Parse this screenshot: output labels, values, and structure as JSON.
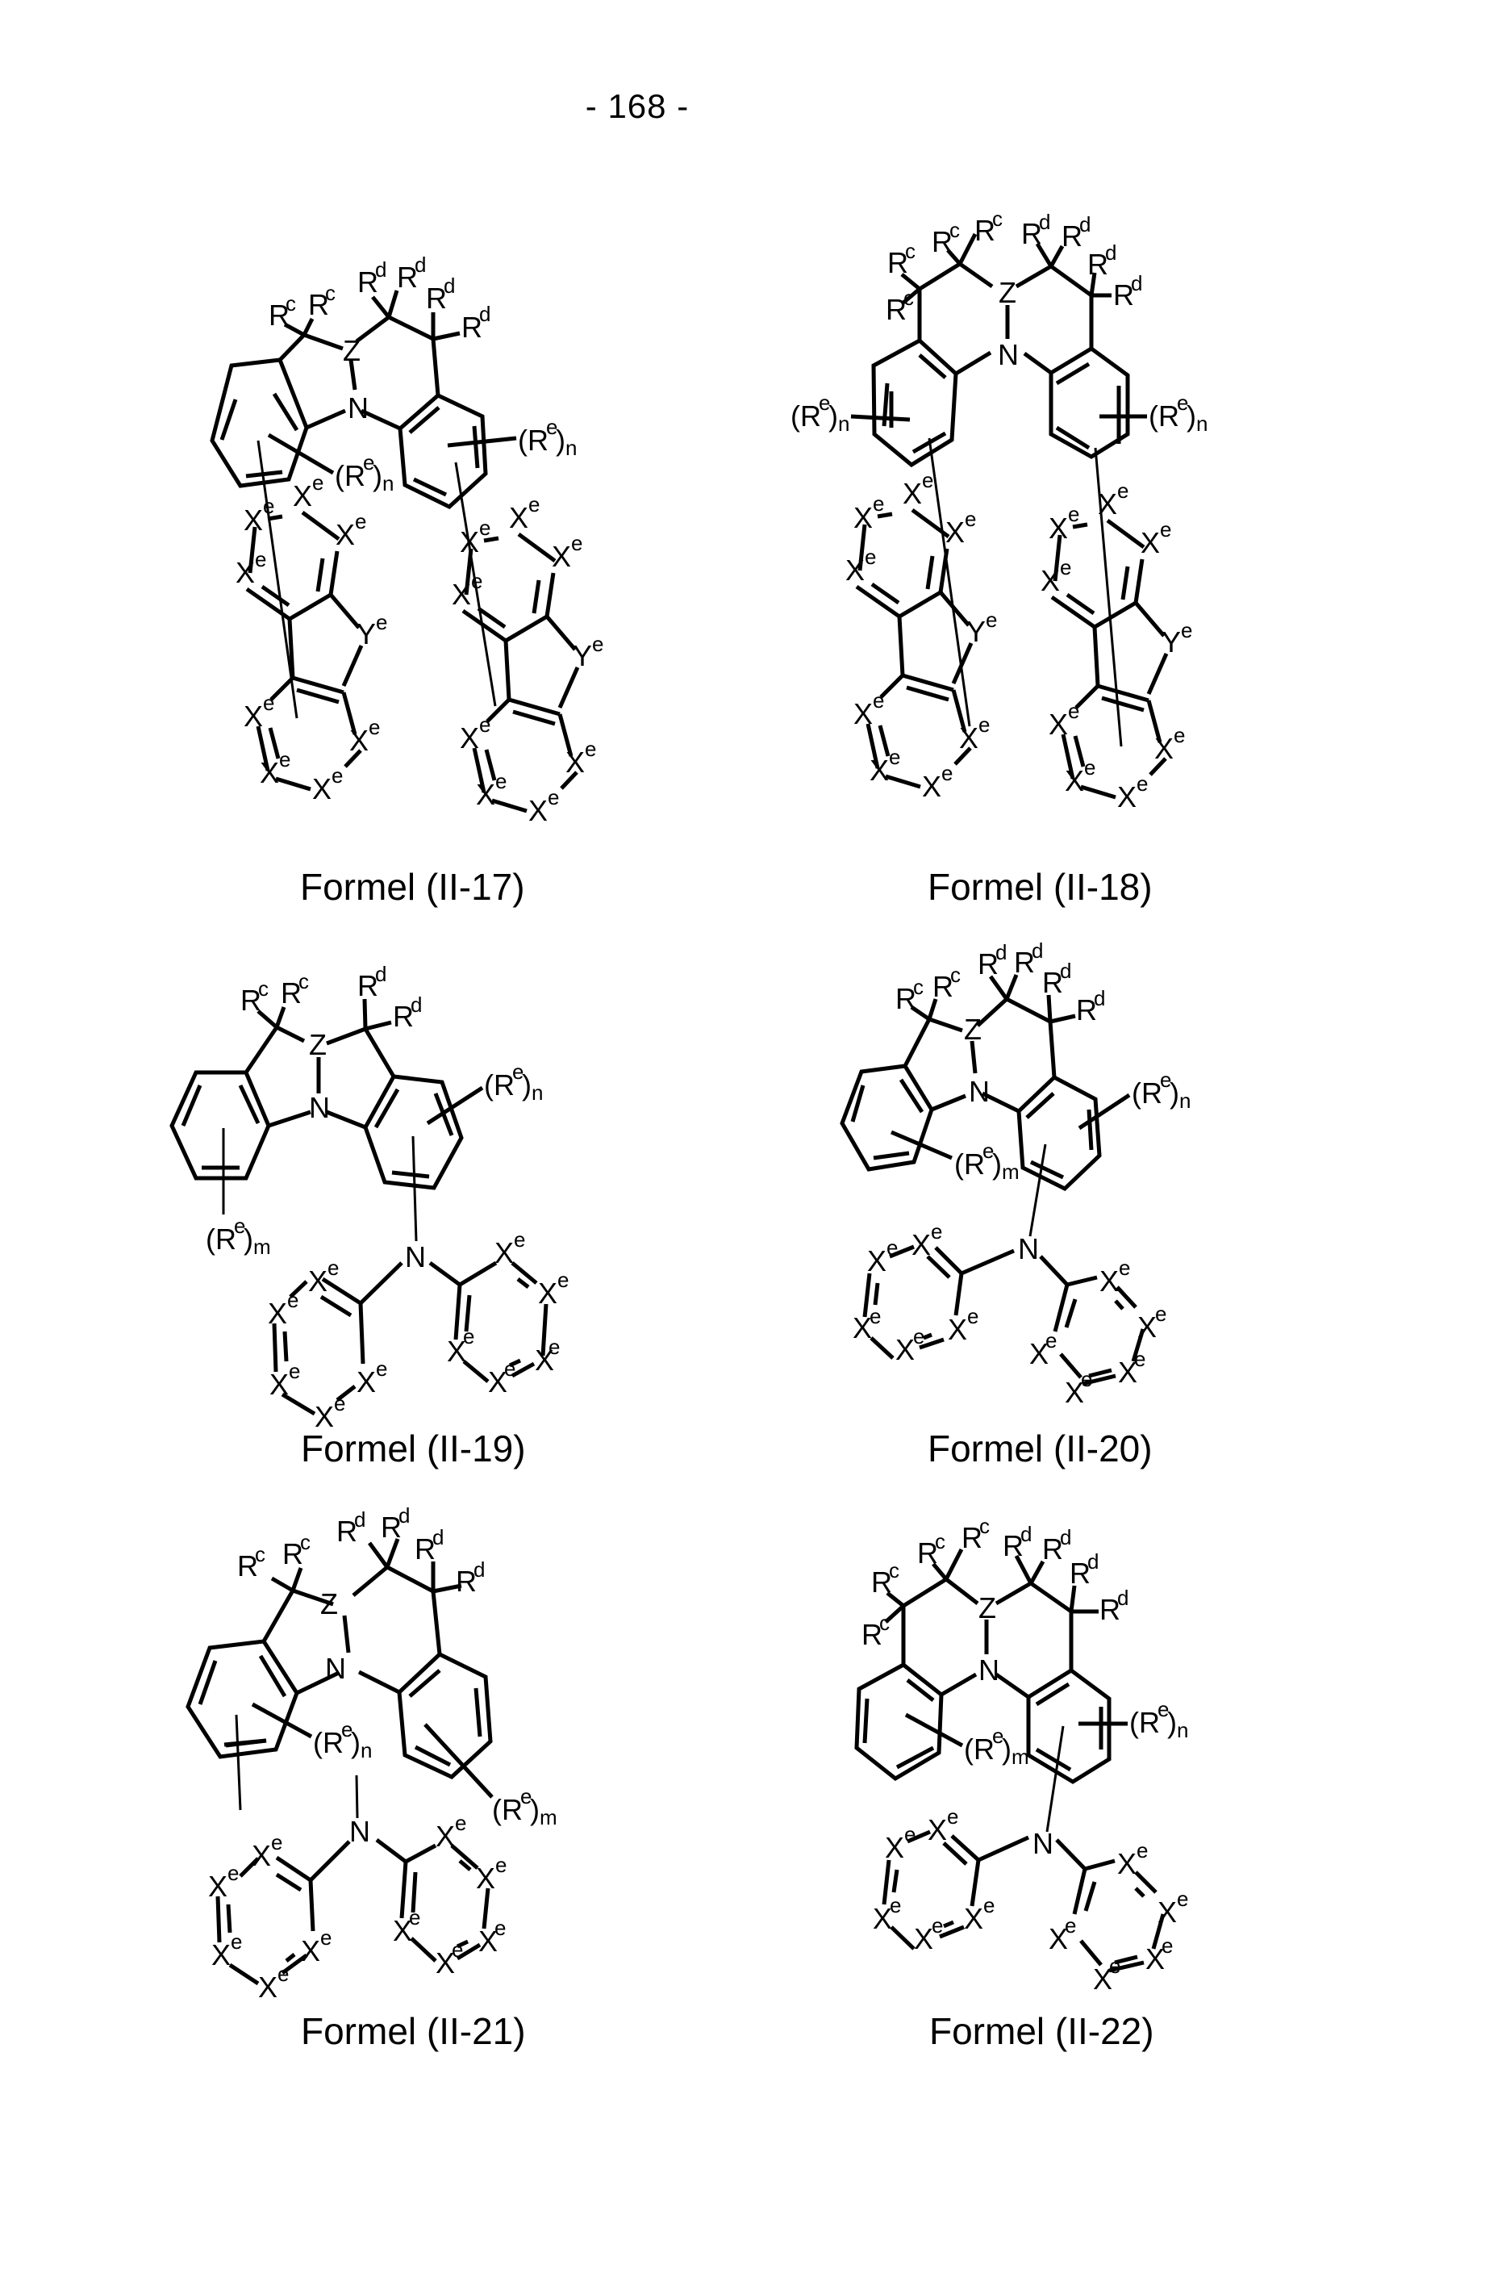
{
  "page": {
    "number": "- 168 -"
  },
  "labels": {
    "Z": "Z",
    "N": "N",
    "R": "R",
    "X": "X",
    "Y": "Y",
    "sup_c": "c",
    "sup_d": "d",
    "sup_e": "e",
    "Re_n": "(R",
    "close_n": ")n",
    "close_m": ")m",
    "n": "n",
    "m": "m",
    "paren_close": ")"
  },
  "formulas": [
    {
      "id": "II-17",
      "caption": "Formel (II-17)",
      "ring_system": "indeno-acridine with two fused dibenzo-heterole (Ye) units",
      "substituents": [
        "Rc",
        "Rc",
        "Rd",
        "Rd",
        "Rd",
        "Rd",
        "(Re)n",
        "(Re)n"
      ],
      "heteroatoms": [
        "Z",
        "N",
        "Ye",
        "Ye",
        "Xe"
      ]
    },
    {
      "id": "II-18",
      "caption": "Formel (II-18)",
      "ring_system": "bis-acridine (Z/N bridged) with two fused dibenzo-heterole (Ye) units",
      "substituents": [
        "Rc",
        "Rc",
        "Rc",
        "Rc",
        "Rd",
        "Rd",
        "Rd",
        "Rd",
        "(Re)n",
        "(Re)n"
      ],
      "heteroatoms": [
        "Z",
        "N",
        "Ye",
        "Ye",
        "Xe"
      ]
    },
    {
      "id": "II-19",
      "caption": "Formel (II-19)",
      "ring_system": "bis-indeno (Z/N bridged) with diarylamine",
      "substituents": [
        "Rc",
        "Rc",
        "Rd",
        "Rd",
        "(Re)n",
        "(Re)m"
      ],
      "heteroatoms": [
        "Z",
        "N",
        "N",
        "Xe"
      ]
    },
    {
      "id": "II-20",
      "caption": "Formel (II-20)",
      "ring_system": "indeno-acridine with diarylamine",
      "substituents": [
        "Rc",
        "Rc",
        "Rd",
        "Rd",
        "Rd",
        "Rd",
        "(Re)n",
        "(Re)m"
      ],
      "heteroatoms": [
        "Z",
        "N",
        "N",
        "Xe"
      ]
    },
    {
      "id": "II-21",
      "caption": "Formel (II-21)",
      "ring_system": "indeno-acridine with diarylamine on indeno ring",
      "substituents": [
        "Rc",
        "Rc",
        "Rd",
        "Rd",
        "Rd",
        "Rd",
        "(Re)n",
        "(Re)m"
      ],
      "heteroatoms": [
        "Z",
        "N",
        "N",
        "Xe"
      ]
    },
    {
      "id": "II-22",
      "caption": "Formel (II-22)",
      "ring_system": "bis-acridine with diarylamine",
      "substituents": [
        "Rc",
        "Rc",
        "Rc",
        "Rc",
        "Rd",
        "Rd",
        "Rd",
        "Rd",
        "(Re)n",
        "(Re)m"
      ],
      "heteroatoms": [
        "Z",
        "N",
        "N",
        "Xe"
      ]
    }
  ]
}
